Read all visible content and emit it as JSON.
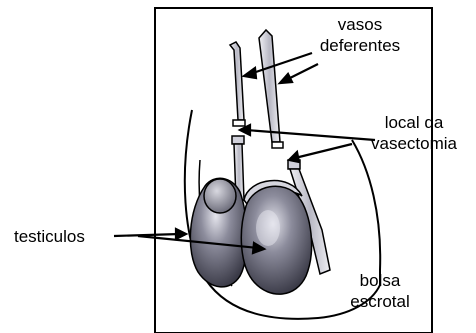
{
  "diagram": {
    "labels": {
      "vas_deferens_line1": "vasos",
      "vas_deferens_line2": "deferentes",
      "vasectomy_site_line1": "local da",
      "vasectomy_site_line2": "vasectomia",
      "testicles": "testiculos",
      "scrotum_line1": "bolsa",
      "scrotum_line2": "escrotal"
    },
    "colors": {
      "line": "#000000",
      "testicle_dark": "#3a3a48",
      "testicle_light": "#c8c8d2",
      "background": "#ffffff"
    }
  }
}
